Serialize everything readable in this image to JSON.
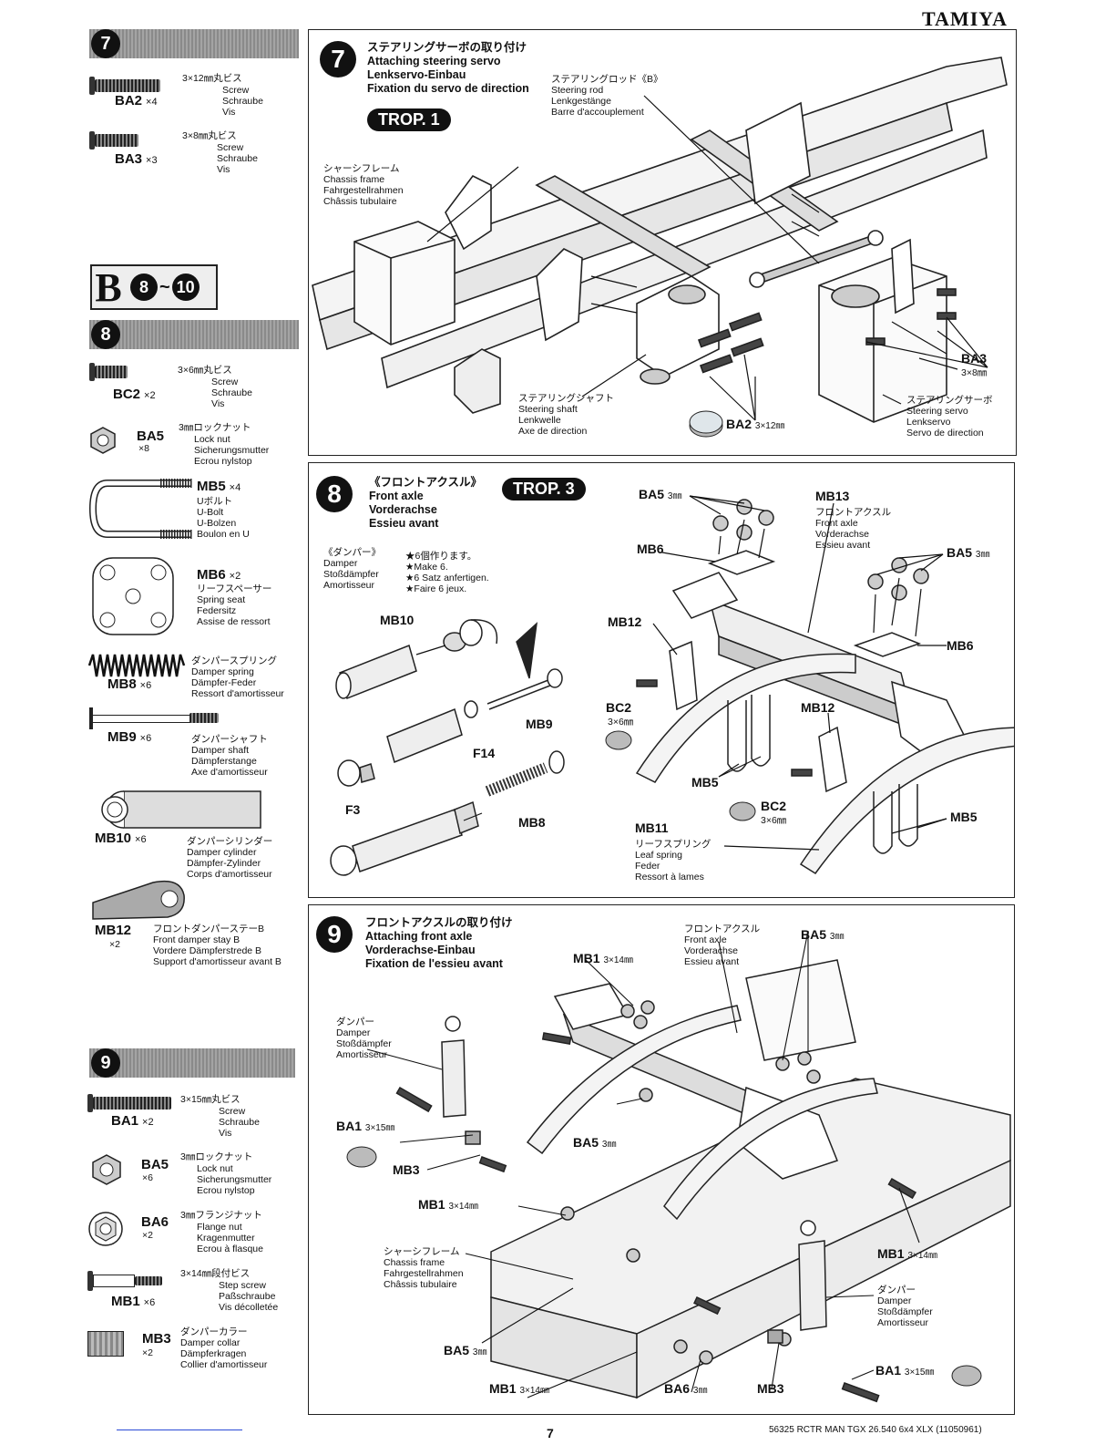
{
  "brand": "TAMIYA",
  "side": {
    "step7": {
      "num": "7",
      "parts": [
        {
          "code": "BA2",
          "qty": "×4",
          "size": "3×12㎜丸ビス",
          "desc": "Screw\nSchraube\nVis"
        },
        {
          "code": "BA3",
          "qty": "×3",
          "size": "3×8㎜丸ビス",
          "desc": "Screw\nSchraube\nVis"
        }
      ]
    },
    "range": {
      "bag": "B",
      "from": "8",
      "sep": "~",
      "to": "10"
    },
    "step8": {
      "num": "8",
      "parts": [
        {
          "code": "BC2",
          "qty": "×2",
          "size": "3×6㎜丸ビス",
          "desc": "Screw\nSchraube\nVis"
        },
        {
          "code": "BA5",
          "qty": "×8",
          "size": "3㎜ロックナット",
          "desc": "Lock nut\nSicherungsmutter\nEcrou nylstop"
        },
        {
          "code": "MB5",
          "qty": "×4",
          "size": "",
          "desc": "Uボルト\nU-Bolt\nU-Bolzen\nBoulon en U"
        },
        {
          "code": "MB6",
          "qty": "×2",
          "size": "",
          "desc": "リーフスペーサー\nSpring seat\nFedersitz\nAssise de ressort"
        },
        {
          "code": "MB8",
          "qty": "×6",
          "size": "",
          "desc": "ダンパースプリング\nDamper spring\nDämpfer-Feder\nRessort d'amortisseur"
        },
        {
          "code": "MB9",
          "qty": "×6",
          "size": "",
          "desc": "ダンパーシャフト\nDamper shaft\nDämpferstange\nAxe d'amortisseur"
        },
        {
          "code": "MB10",
          "qty": "×6",
          "size": "",
          "desc": "ダンパーシリンダー\nDamper cylinder\nDämpfer-Zylinder\nCorps d'amortisseur"
        },
        {
          "code": "MB12",
          "qty": "×2",
          "size": "",
          "desc": "フロントダンパーステーB\nFront damper stay B\nVordere Dämpferstrede B\nSupport d'amortisseur avant B"
        }
      ]
    },
    "step9": {
      "num": "9",
      "parts": [
        {
          "code": "BA1",
          "qty": "×2",
          "size": "3×15㎜丸ビス",
          "desc": "Screw\nSchraube\nVis"
        },
        {
          "code": "BA5",
          "qty": "×6",
          "size": "3㎜ロックナット",
          "desc": "Lock nut\nSicherungsmutter\nEcrou nylstop"
        },
        {
          "code": "BA6",
          "qty": "×2",
          "size": "3㎜フランジナット",
          "desc": "Flange nut\nKragenmutter\nEcrou à flasque"
        },
        {
          "code": "MB1",
          "qty": "×6",
          "size": "3×14㎜段付ビス",
          "desc": "Step screw\nPaßschraube\nVis décolletée"
        },
        {
          "code": "MB3",
          "qty": "×2",
          "size": "",
          "desc": "ダンパーカラー\nDamper collar\nDämpferkragen\nCollier d'amortisseur"
        }
      ]
    }
  },
  "panel7": {
    "num": "7",
    "title": "ステアリングサーボの取り付け\nAttaching steering servo\nLenkservo-Einbau\nFixation du servo de direction",
    "trop": "TROP. 1",
    "labels": {
      "chassis": "シャーシフレーム\nChassis frame\nFahrgestellrahmen\nChâssis tubulaire",
      "rod": "ステアリングロッド《B》\nSteering rod\nLenkgestänge\nBarre d'accouplement",
      "shaft": "ステアリングシャフト\nSteering shaft\nLenkwelle\nAxe de direction",
      "servo": "ステアリングサーボ\nSteering servo\nLenkservo\nServo de direction",
      "ba2": "BA2",
      "ba2_size": "3×12㎜",
      "ba3": "BA3",
      "ba3_size": "3×8㎜"
    }
  },
  "panel8": {
    "num": "8",
    "title": "《フロントアクスル》\nFront axle\nVorderachse\nEssieu avant",
    "trop": "TROP. 3",
    "damper": "《ダンパー》\nDamper\nStoßdämpfer\nAmortisseur",
    "make": "★6個作ります。\n★Make 6.\n★6 Satz anfertigen.\n★Faire 6 jeux.",
    "labels": {
      "mb10": "MB10",
      "mb9": "MB9",
      "f14": "F14",
      "f3": "F3",
      "mb8": "MB8",
      "ba5a": "BA5",
      "ba5a_size": "3㎜",
      "mb13": "MB13",
      "mb13_desc": "フロントアクスル\nFront axle\nVorderachse\nEssieu avant",
      "ba5b": "BA5",
      "ba5b_size": "3㎜",
      "mb6a": "MB6",
      "mb6b": "MB6",
      "mb12a": "MB12",
      "mb12b": "MB12",
      "bc2a": "BC2",
      "bc2a_size": "3×6㎜",
      "bc2b": "BC2",
      "bc2b_size": "3×6㎜",
      "mb5a": "MB5",
      "mb5b": "MB5",
      "mb11": "MB11",
      "mb11_desc": "リーフスプリング\nLeaf spring\nFeder\nRessort à lames"
    }
  },
  "panel9": {
    "num": "9",
    "title": "フロントアクスルの取り付け\nAttaching front axle\nVorderachse-Einbau\nFixation de l'essieu avant",
    "labels": {
      "axle": "フロントアクスル\nFront axle\nVorderachse\nEssieu avant",
      "ba5top": "BA5",
      "ba5top_size": "3㎜",
      "mb1a": "MB1",
      "mb1a_size": "3×14㎜",
      "damperL": "ダンパー\nDamper\nStoßdämpfer\nAmortisseur",
      "ba1a": "BA1",
      "ba1a_size": "3×15㎜",
      "ba5mid": "BA5",
      "ba5mid_size": "3㎜",
      "mb3a": "MB3",
      "mb1b": "MB1",
      "mb1b_size": "3×14㎜",
      "chassis": "シャーシフレーム\nChassis frame\nFahrgestellrahmen\nChâssis tubulaire",
      "mb1c": "MB1",
      "mb1c_size": "3×14㎜",
      "damperR": "ダンパー\nDamper\nStoßdämpfer\nAmortisseur",
      "ba5bot": "BA5",
      "ba5bot_size": "3㎜",
      "mb1d": "MB1",
      "mb1d_size": "3×14㎜",
      "ba6": "BA6",
      "ba6_size": "3㎜",
      "mb3b": "MB3",
      "ba1b": "BA1",
      "ba1b_size": "3×15㎜"
    }
  },
  "footer": {
    "page": "7",
    "code": "56325 RCTR MAN TGX 26.540 6x4 XLX (11050961)"
  }
}
